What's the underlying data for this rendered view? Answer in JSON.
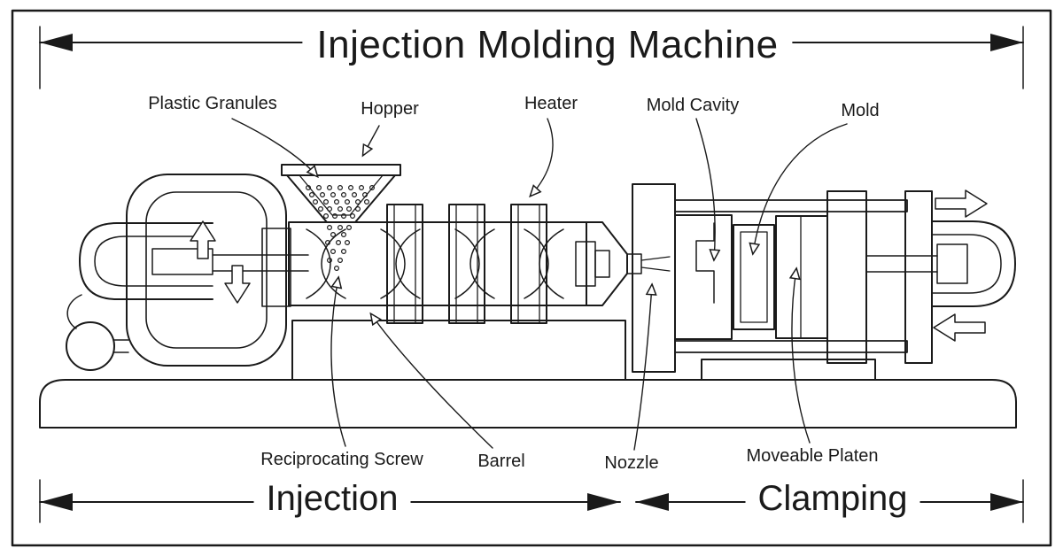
{
  "diagram": {
    "title": "Injection Molding Machine",
    "top_labels": {
      "plastic_granules": "Plastic Granules",
      "hopper": "Hopper",
      "heater": "Heater",
      "mold_cavity": "Mold Cavity",
      "mold": "Mold"
    },
    "bottom_labels": {
      "reciprocating_screw": "Reciprocating Screw",
      "barrel": "Barrel",
      "nozzle": "Nozzle",
      "moveable_platen": "Moveable Platen"
    },
    "sections": {
      "injection": "Injection",
      "clamping": "Clamping"
    },
    "colors": {
      "line": "#1a1a1a",
      "background": "#ffffff"
    }
  }
}
